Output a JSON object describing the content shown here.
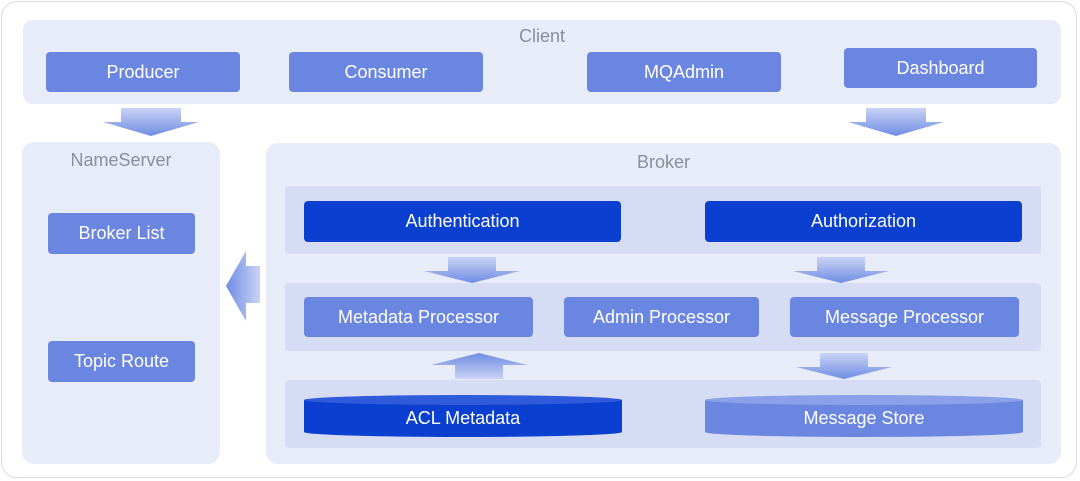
{
  "client": {
    "title": "Client",
    "items": [
      "Producer",
      "Consumer",
      "MQAdmin",
      "Dashboard"
    ]
  },
  "nameserver": {
    "title": "NameServer",
    "items": [
      "Broker List",
      "Topic Route"
    ]
  },
  "broker": {
    "title": "Broker",
    "auth": [
      "Authentication",
      "Authorization"
    ],
    "processors": [
      "Metadata Processor",
      "Admin Processor",
      "Message Processor"
    ],
    "storage": [
      "ACL Metadata",
      "Message Store"
    ]
  },
  "colors": {
    "panel": "#e8ebf8",
    "band": "#d6dcf3",
    "light_box": "#6b86e0",
    "dark_box": "#0b3fcf",
    "arrow": "#7a96e6"
  }
}
